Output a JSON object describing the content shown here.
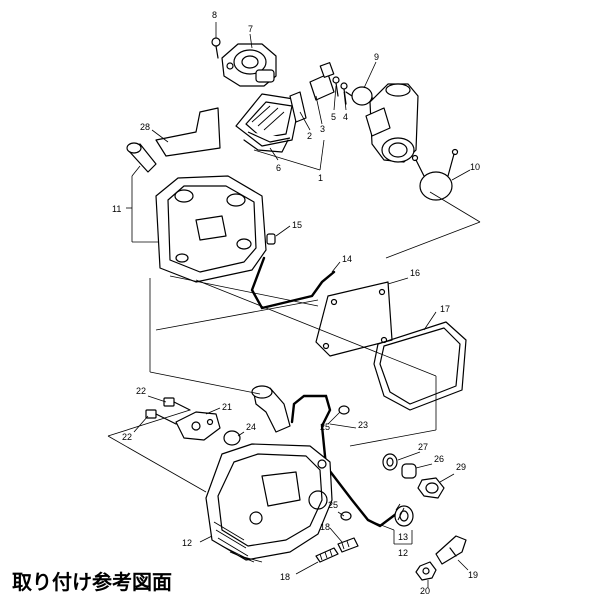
{
  "caption": "取り付け参考図面",
  "callouts": {
    "c1": "1",
    "c2": "2",
    "c3": "3",
    "c4": "4",
    "c5": "5",
    "c6": "6",
    "c7": "7",
    "c8": "8",
    "c9": "9",
    "c10": "10",
    "c11": "11",
    "c12a": "12",
    "c12b": "12",
    "c13": "13",
    "c14": "14",
    "c15": "15",
    "c16": "16",
    "c17": "17",
    "c18a": "18",
    "c18b": "18",
    "c19": "19",
    "c20": "20",
    "c21": "21",
    "c22a": "22",
    "c22b": "22",
    "c23": "23",
    "c24": "24",
    "c25a": "25",
    "c25b": "25",
    "c26": "26",
    "c27": "27",
    "c28": "28",
    "c29": "29"
  }
}
